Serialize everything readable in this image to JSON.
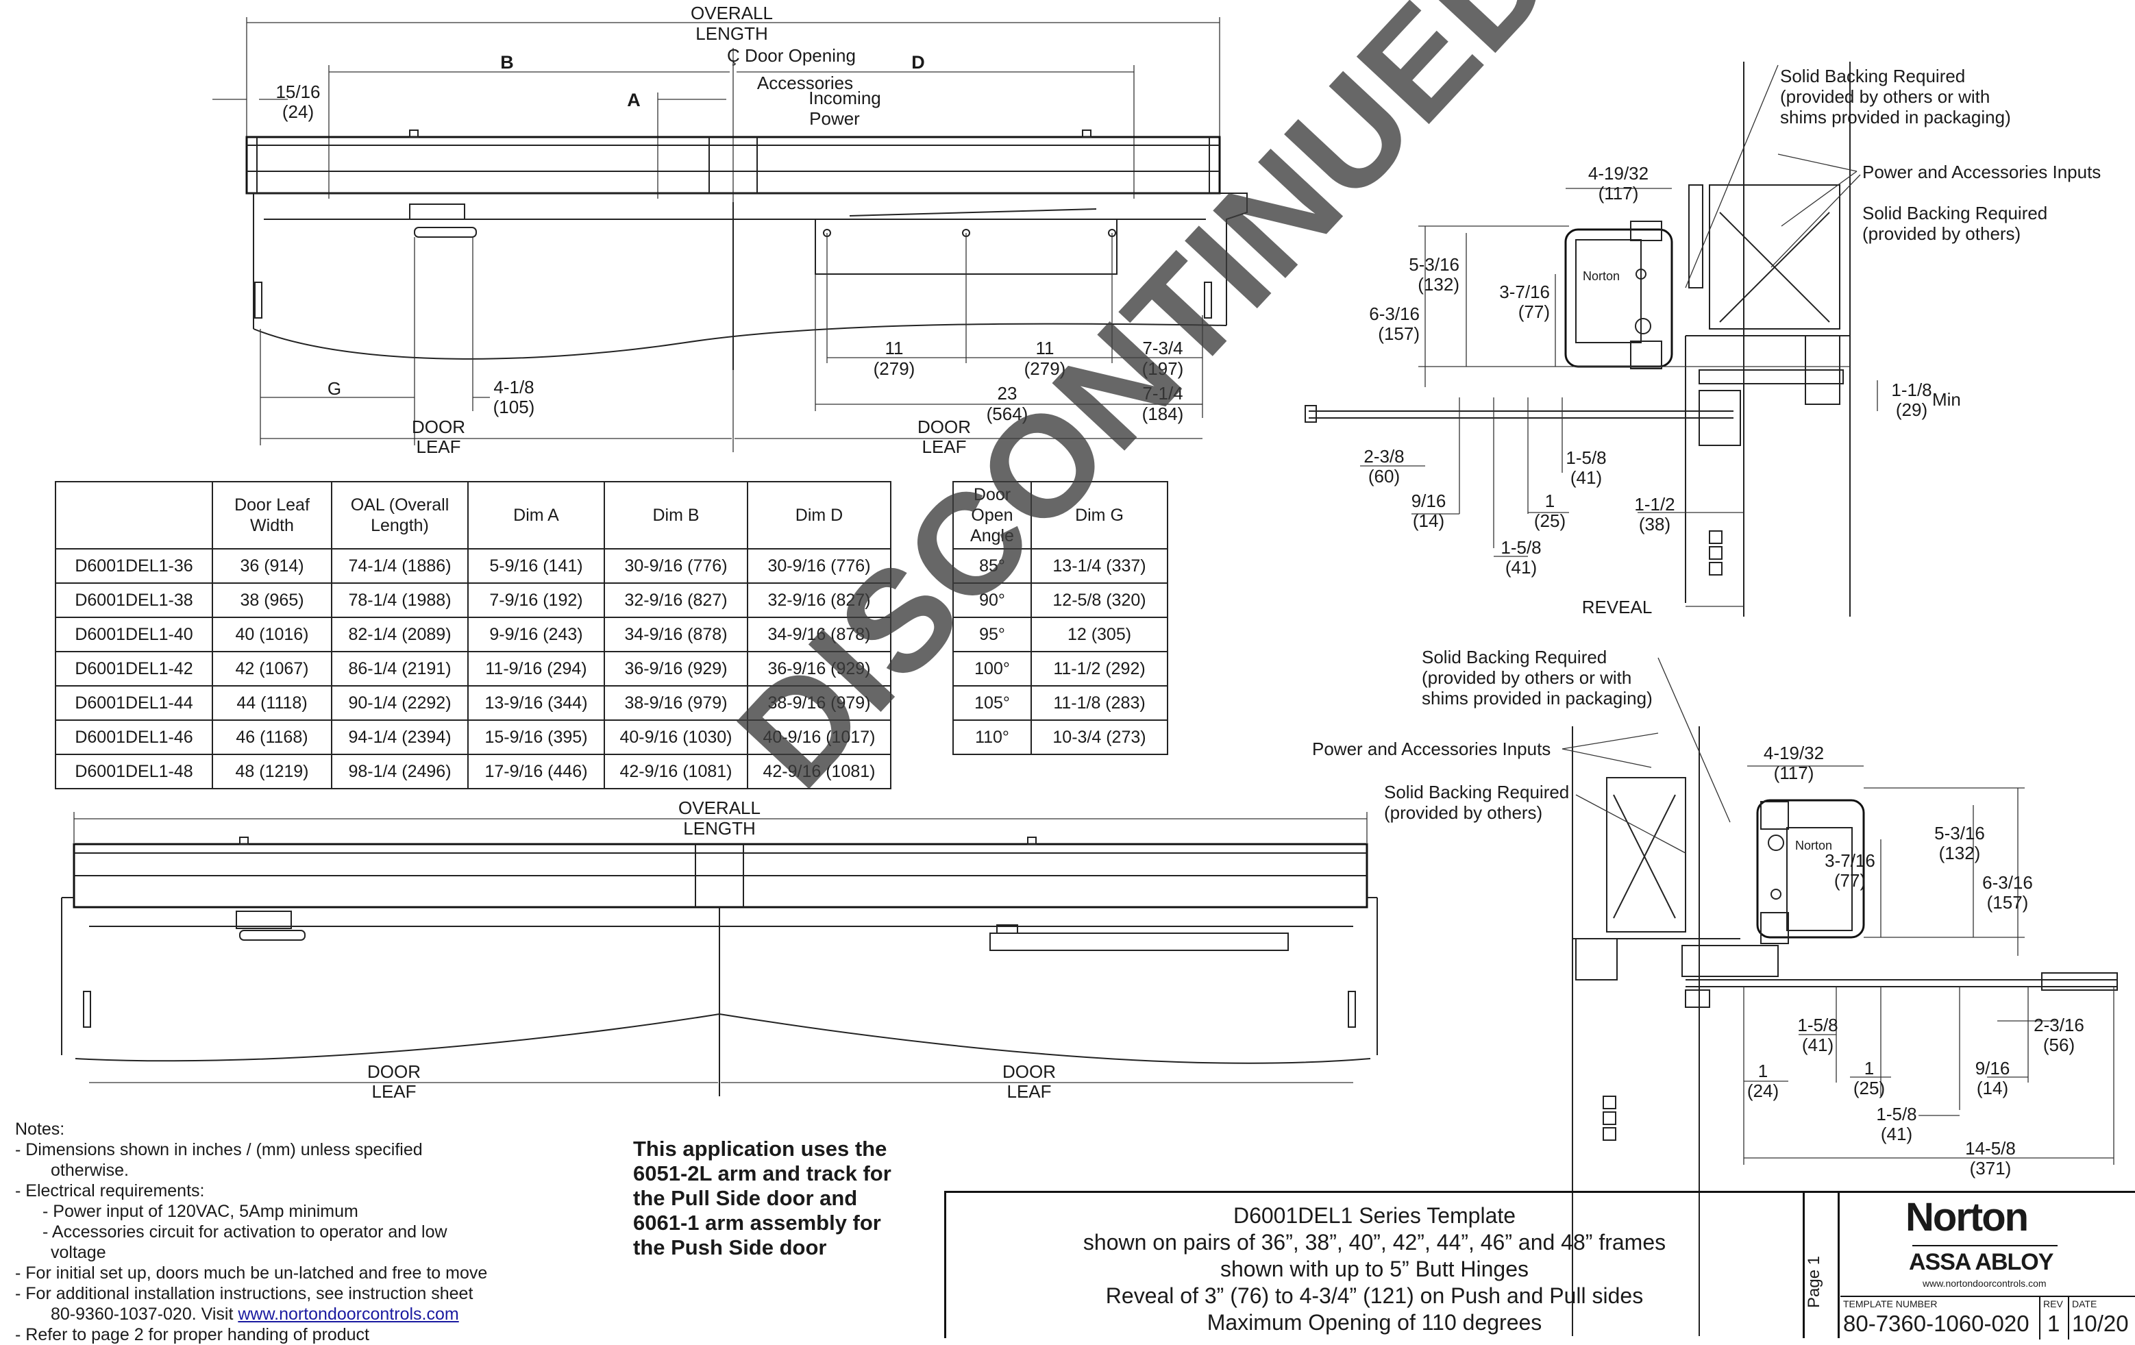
{
  "top_elevation": {
    "overall_length": [
      "OVERALL",
      "LENGTH"
    ],
    "cl_door_opening": "Ç Door Opening",
    "accessories": "Accessories",
    "incoming_power": [
      "Incoming",
      "Power"
    ],
    "dim_b": "B",
    "dim_a": "A",
    "dim_d": "D",
    "dim_g": "G",
    "offset_15_16": [
      "15/16",
      "(24)"
    ],
    "offset_4_1_8": [
      "4-1/8",
      "(105)"
    ],
    "dim_11_left": [
      "11",
      "(279)"
    ],
    "dim_11_right": [
      "11",
      "(279)"
    ],
    "dim_7_3_4": [
      "7-3/4",
      "(197)"
    ],
    "dim_23": [
      "23",
      "(564)"
    ],
    "dim_7_1_4": [
      "7-1/4",
      "(184)"
    ],
    "door_leaf_left": [
      "DOOR",
      "LEAF"
    ],
    "door_leaf_right": [
      "DOOR",
      "LEAF"
    ]
  },
  "bottom_elevation": {
    "overall_length": [
      "OVERALL",
      "LENGTH"
    ],
    "door_leaf_left": [
      "DOOR",
      "LEAF"
    ],
    "door_leaf_right": [
      "DOOR",
      "LEAF"
    ]
  },
  "section_top": {
    "solid_backing_1": [
      "Solid Backing Required",
      "(provided by others or with",
      "shims provided in packaging)"
    ],
    "power_inputs": "Power and Accessories Inputs",
    "solid_backing_2": [
      "Solid Backing Required",
      "(provided by others)"
    ],
    "d_4_19_32": [
      "4-19/32",
      "(117)"
    ],
    "d_5_3_16": [
      "5-3/16",
      "(132)"
    ],
    "d_3_7_16": [
      "3-7/16",
      "(77)"
    ],
    "d_6_3_16": [
      "6-3/16",
      "(157)"
    ],
    "d_1_1_8": [
      "1-1/8",
      "(29)"
    ],
    "min": "Min",
    "d_2_3_8": [
      "2-3/8",
      "(60)"
    ],
    "d_1_5_8_a": [
      "1-5/8",
      "(41)"
    ],
    "d_9_16": [
      "9/16",
      "(14)"
    ],
    "d_1": [
      "1",
      "(25)"
    ],
    "d_1_1_2": [
      "1-1/2",
      "(38)"
    ],
    "d_1_5_8_b": [
      "1-5/8",
      "(41)"
    ],
    "reveal": "REVEAL",
    "brand": "Norton"
  },
  "section_bottom": {
    "solid_backing_1": [
      "Solid Backing Required",
      "(provided by others or with",
      "shims provided in packaging)"
    ],
    "power_inputs": "Power and Accessories Inputs",
    "solid_backing_2": [
      "Solid Backing Required",
      "(provided by others)"
    ],
    "d_4_19_32": [
      "4-19/32",
      "(117)"
    ],
    "d_5_3_16": [
      "5-3/16",
      "(132)"
    ],
    "d_3_7_16": [
      "3-7/16",
      "(77)"
    ],
    "d_6_3_16": [
      "6-3/16",
      "(157)"
    ],
    "d_2_3_16": [
      "2-3/16",
      "(56)"
    ],
    "d_1_5_8_a": [
      "1-5/8",
      "(41)"
    ],
    "d_1": [
      "1",
      "(25)"
    ],
    "d_9_16": [
      "9/16",
      "(14)"
    ],
    "d_1_b": [
      "1",
      "(24)"
    ],
    "d_1_5_8_b": [
      "1-5/8",
      "(41)"
    ],
    "d_14_5_8": [
      "14-5/8",
      "(371)"
    ],
    "brand": "Norton"
  },
  "spec_table": {
    "headers": [
      "",
      "Door Leaf Width",
      "OAL (Overall Length)",
      "Dim A",
      "Dim B",
      "Dim D"
    ],
    "rows": [
      [
        "D6001DEL1-36",
        "36 (914)",
        "74-1/4 (1886)",
        "5-9/16 (141)",
        "30-9/16 (776)",
        "30-9/16 (776)"
      ],
      [
        "D6001DEL1-38",
        "38 (965)",
        "78-1/4 (1988)",
        "7-9/16 (192)",
        "32-9/16 (827)",
        "32-9/16 (827)"
      ],
      [
        "D6001DEL1-40",
        "40 (1016)",
        "82-1/4 (2089)",
        "9-9/16 (243)",
        "34-9/16 (878)",
        "34-9/16 (878)"
      ],
      [
        "D6001DEL1-42",
        "42 (1067)",
        "86-1/4 (2191)",
        "11-9/16 (294)",
        "36-9/16 (929)",
        "36-9/16 (929)"
      ],
      [
        "D6001DEL1-44",
        "44 (1118)",
        "90-1/4 (2292)",
        "13-9/16 (344)",
        "38-9/16 (979)",
        "38-9/16 (979)"
      ],
      [
        "D6001DEL1-46",
        "46 (1168)",
        "94-1/4 (2394)",
        "15-9/16 (395)",
        "40-9/16 (1030)",
        "40-9/16 (1017)"
      ],
      [
        "D6001DEL1-48",
        "48 (1219)",
        "98-1/4 (2496)",
        "17-9/16 (446)",
        "42-9/16 (1081)",
        "42-9/16 (1081)"
      ]
    ]
  },
  "angle_table": {
    "headers": [
      "Door Open Angle",
      "Dim G"
    ],
    "rows": [
      [
        "85°",
        "13-1/4 (337)"
      ],
      [
        "90°",
        "12-5/8 (320)"
      ],
      [
        "95°",
        "12 (305)"
      ],
      [
        "100°",
        "11-1/2 (292)"
      ],
      [
        "105°",
        "11-1/8 (283)"
      ],
      [
        "110°",
        "10-3/4 (273)"
      ]
    ]
  },
  "notes": {
    "heading": "Notes:",
    "lines": [
      "- Dimensions shown in inches / (mm) unless specified",
      "otherwise.",
      "- Electrical requirements:",
      "- Power input of 120VAC, 5Amp minimum",
      "- Accessories circuit for activation to operator and low",
      "voltage",
      "- For initial set up, doors much be un-latched and free to move",
      "- For additional installation instructions, see instruction sheet"
    ],
    "instruction_prefix": "80-9360-1037-020. Visit ",
    "link_text": "www.nortondoorcontrols.com",
    "last_line": "- Refer to page 2 for proper handing of product"
  },
  "application_note": "This application uses the 6051-2L arm and track for the Pull Side door and 6061-1 arm assembly for the Push Side door",
  "title_block": {
    "lines": [
      "D6001DEL1 Series Template",
      "shown on pairs of 36”, 38”, 40”, 42”, 44”, 46” and 48” frames",
      "shown with up to 5” Butt Hinges",
      "Reveal of 3” (76) to 4-3/4” (121) on Push and Pull sides",
      "Maximum Opening of 110 degrees"
    ],
    "page": "Page 1",
    "brand_name": "Norton",
    "brand_parent": "ASSA ABLOY",
    "website": "www.nortondoorcontrols.com",
    "template_number_label": "TEMPLATE NUMBER",
    "template_number": "80-7360-1060-020",
    "rev_label": "REV",
    "rev": "1",
    "date_label": "DATE",
    "date": "10/20"
  },
  "watermark": "DISCONTINUED"
}
